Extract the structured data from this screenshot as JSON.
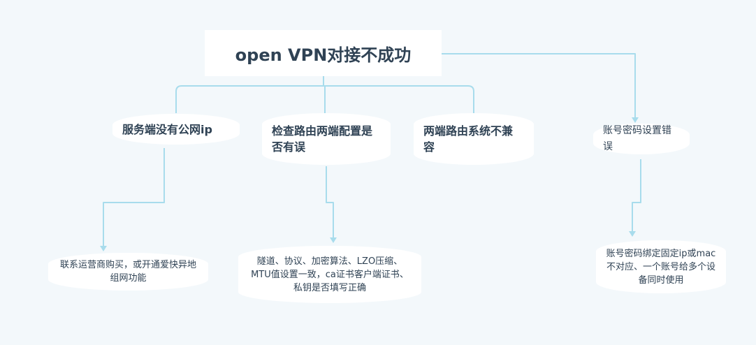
{
  "root": {
    "title": "open VPN对接不成功"
  },
  "branches": [
    {
      "label": "服务端没有公网ip",
      "detail": "联系运营商购买，或开通爱快异地组网功能"
    },
    {
      "label": "检查路由两端配置是否有误",
      "detail": "隧道、协议、加密算法、LZO压缩、MTU值设置一致，ca证书客户端证书、私钥是否填写正确"
    },
    {
      "label": "两端路由系统不兼容"
    },
    {
      "label": "账号密码设置错误",
      "detail": "账号密码绑定固定ip或mac不对应、一个账号给多个设备同时使用"
    }
  ],
  "colors": {
    "background": "#f3f8fb",
    "connector": "#a8dcec",
    "node_fill": "#ffffff",
    "text": "#2f4254"
  }
}
